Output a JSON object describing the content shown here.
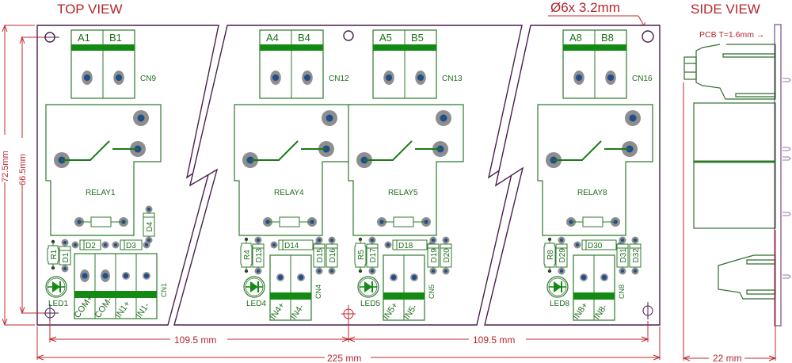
{
  "titles": {
    "top_view": "TOP VIEW",
    "side_view": "SIDE VIEW"
  },
  "annotations": {
    "hole_spec": "Ø6x 3.2mm",
    "pcb_thickness": "PCB T=1.6mm →"
  },
  "dimensions": {
    "height_outer": "72.5mm",
    "height_inner": "66.5mm",
    "pitch_left": "109.5 mm",
    "pitch_right": "109.5 mm",
    "total_width": "225 mm",
    "side_depth": "22 mm"
  },
  "channels": [
    {
      "id": 1,
      "relay": "RELAY1",
      "out_connector": "CN9",
      "out_terminals": [
        "A1",
        "B1"
      ],
      "in_connector": "CN1",
      "in_terminals": [
        "COM+",
        "COM-",
        "IN1+",
        "IN1-"
      ],
      "led": "LED1",
      "resistor": "R1",
      "diodes": [
        "D1",
        "D2",
        "D3",
        "D4"
      ]
    },
    {
      "id": 4,
      "relay": "RELAY4",
      "out_connector": "CN12",
      "out_terminals": [
        "A4",
        "B4"
      ],
      "in_connector": "CN4",
      "in_terminals": [
        "IN4+",
        "IN4-"
      ],
      "led": "LED4",
      "resistor": "R4",
      "diodes": [
        "D13",
        "D14",
        "D15",
        "D16"
      ]
    },
    {
      "id": 5,
      "relay": "RELAY5",
      "out_connector": "CN13",
      "out_terminals": [
        "A5",
        "B5"
      ],
      "in_connector": "CN5",
      "in_terminals": [
        "IN5+",
        "IN5-"
      ],
      "led": "LED5",
      "resistor": "R5",
      "diodes": [
        "D17",
        "D18",
        "D19",
        "D20"
      ]
    },
    {
      "id": 8,
      "relay": "RELAY8",
      "out_connector": "CN16",
      "out_terminals": [
        "A8",
        "B8"
      ],
      "in_connector": "CN8",
      "in_terminals": [
        "IN8+",
        "IN8-"
      ],
      "led": "LED8",
      "resistor": "R8",
      "diodes": [
        "D29",
        "D30",
        "D31",
        "D32"
      ]
    }
  ],
  "colors": {
    "dimension": "#c0282d",
    "pcb_outline": "#4a1e4f",
    "silkscreen": "#2e7a2e",
    "pad": "#8e8e8e",
    "drill": "#1f4e8a"
  }
}
